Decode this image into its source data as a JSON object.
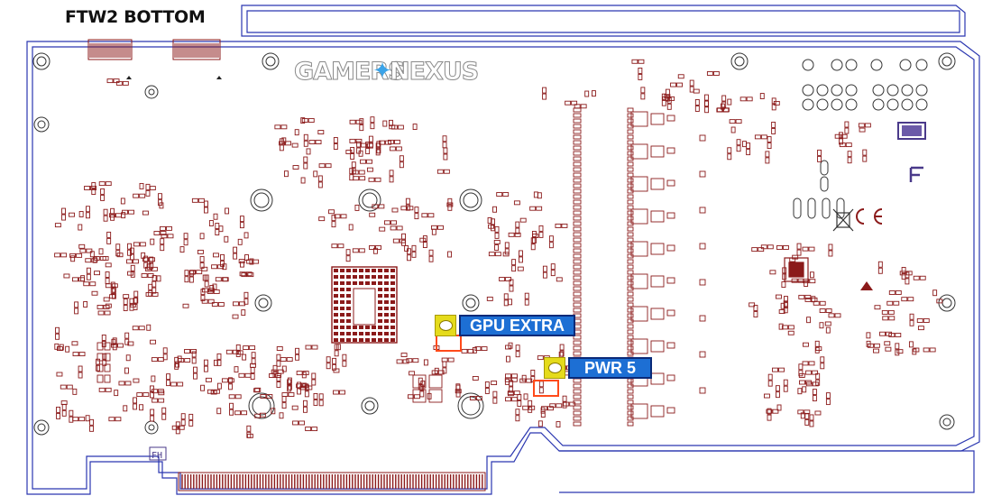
{
  "title": "FTW2 BOTTOM",
  "logo": {
    "left_text": "GAMERS",
    "right_text": "NEXUS",
    "star_icon": "nexus-star-icon"
  },
  "callouts": [
    {
      "label": "GPU EXTRA",
      "icon": "comment-icon"
    },
    {
      "label": "PWR 5",
      "icon": "comment-icon"
    }
  ],
  "colors": {
    "board_outline": "#2a36b0",
    "component": "#8b1a1a",
    "callout_fill": "#1d6fd4",
    "callout_icon": "#e5db1b",
    "highlight": "#ff4a1a"
  }
}
